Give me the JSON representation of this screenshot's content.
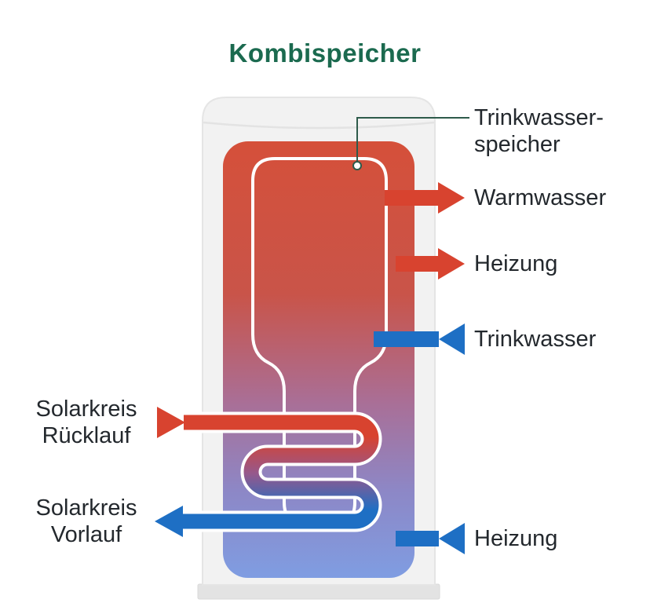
{
  "title": {
    "text": "Kombispeicher"
  },
  "colors": {
    "title_green": "#1b6a4f",
    "hot_red": "#d8432f",
    "cold_blue": "#1e6fc4",
    "label_text": "#23282d",
    "tank_shell": "#f2f2f2",
    "tank_base": "#e3e3e3",
    "tank_gradient_top": "#d5503a",
    "tank_gradient_bottom": "#7f9de2",
    "callout_line": "#2e5b4b"
  },
  "callouts": {
    "tank_inner": {
      "line1": "Trinkwasser-",
      "line2": "speicher"
    },
    "warmwasser": {
      "label": "Warmwasser",
      "color": "#d8432f",
      "direction": "out"
    },
    "heizung_out": {
      "label": "Heizung",
      "color": "#d8432f",
      "direction": "out"
    },
    "trinkwasser": {
      "label": "Trinkwasser",
      "color": "#1e6fc4",
      "direction": "in"
    },
    "heizung_in": {
      "label": "Heizung",
      "color": "#1e6fc4",
      "direction": "in"
    },
    "solar_ruecklauf": {
      "line1": "Solarkreis",
      "line2": "Rücklauf",
      "color": "#d8432f",
      "direction": "in"
    },
    "solar_vorlauf": {
      "line1": "Solarkreis",
      "line2": "Vorlauf",
      "color": "#1e6fc4",
      "direction": "out"
    }
  }
}
